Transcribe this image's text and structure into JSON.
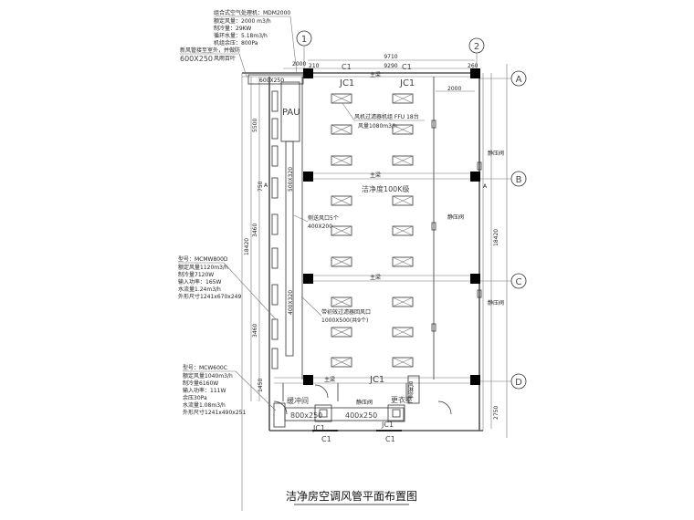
{
  "title": "洁净房空调风管平面布置图",
  "axes": {
    "col1": "1",
    "col2": "2",
    "rowA": "A",
    "rowB": "B",
    "rowC": "C",
    "rowD": "D"
  },
  "ahu": {
    "model": "组合式空气处理机：MDM2000",
    "airflow": "额定风量：2000 m3/h",
    "cooling": "制冷量：29KW",
    "water": "循环水量：5.18m3/h",
    "pressure": "机组余压：800Pa"
  },
  "fresh_air": {
    "note": "新风管接至室外，并做防",
    "size": "600X250",
    "suffix": "风雨百叶"
  },
  "unit1": {
    "model": "型号：MCMW800D",
    "airflow": "额定风量1120m3/h",
    "cooling": "制冷量7120W",
    "power": "输入功率：165W",
    "water": "水流量1.24m3/h",
    "size": "外形尺寸1241x670x249"
  },
  "unit2": {
    "model": "型号：MCW600C",
    "airflow": "额定风量1040m3/h",
    "cooling": "制冷量6160W",
    "power": "输入功率：111W",
    "pressure": "余压30Pa",
    "water": "水流量1.08m3/h",
    "size": "外形尺寸1241x490x251"
  },
  "ffu": {
    "line1": "风机过滤器机组 FFU 18台",
    "line2": "风量1080m3/h"
  },
  "clean_class": "洁净度100K级",
  "side_vent": {
    "line1": "侧送风口5个",
    "line2": "400X200"
  },
  "hepa_vent": {
    "line1": "带初效过滤器回风口",
    "line2": "1000X500(共9个)"
  },
  "labels": {
    "pau": "PAU",
    "jc1": "JC1",
    "c1": "C1",
    "beam": "主梁",
    "relief": "静压阀",
    "changing": "更衣室",
    "buffer": "缓冲间",
    "air_shower": "风淋室",
    "a_mark": "A",
    "duct1": "800x250",
    "duct2": "400x250",
    "duct_v1": "500X320",
    "duct_v2": "400X320",
    "duct_h": "600X250"
  },
  "dims": {
    "total": "9710",
    "inner": "9290",
    "d2000": "2000",
    "d210": "210",
    "d260": "260",
    "h18420": "18420",
    "h5500": "5500",
    "h3460": "3460",
    "h2750": "2750",
    "h1450": "1450",
    "h750": "750"
  }
}
